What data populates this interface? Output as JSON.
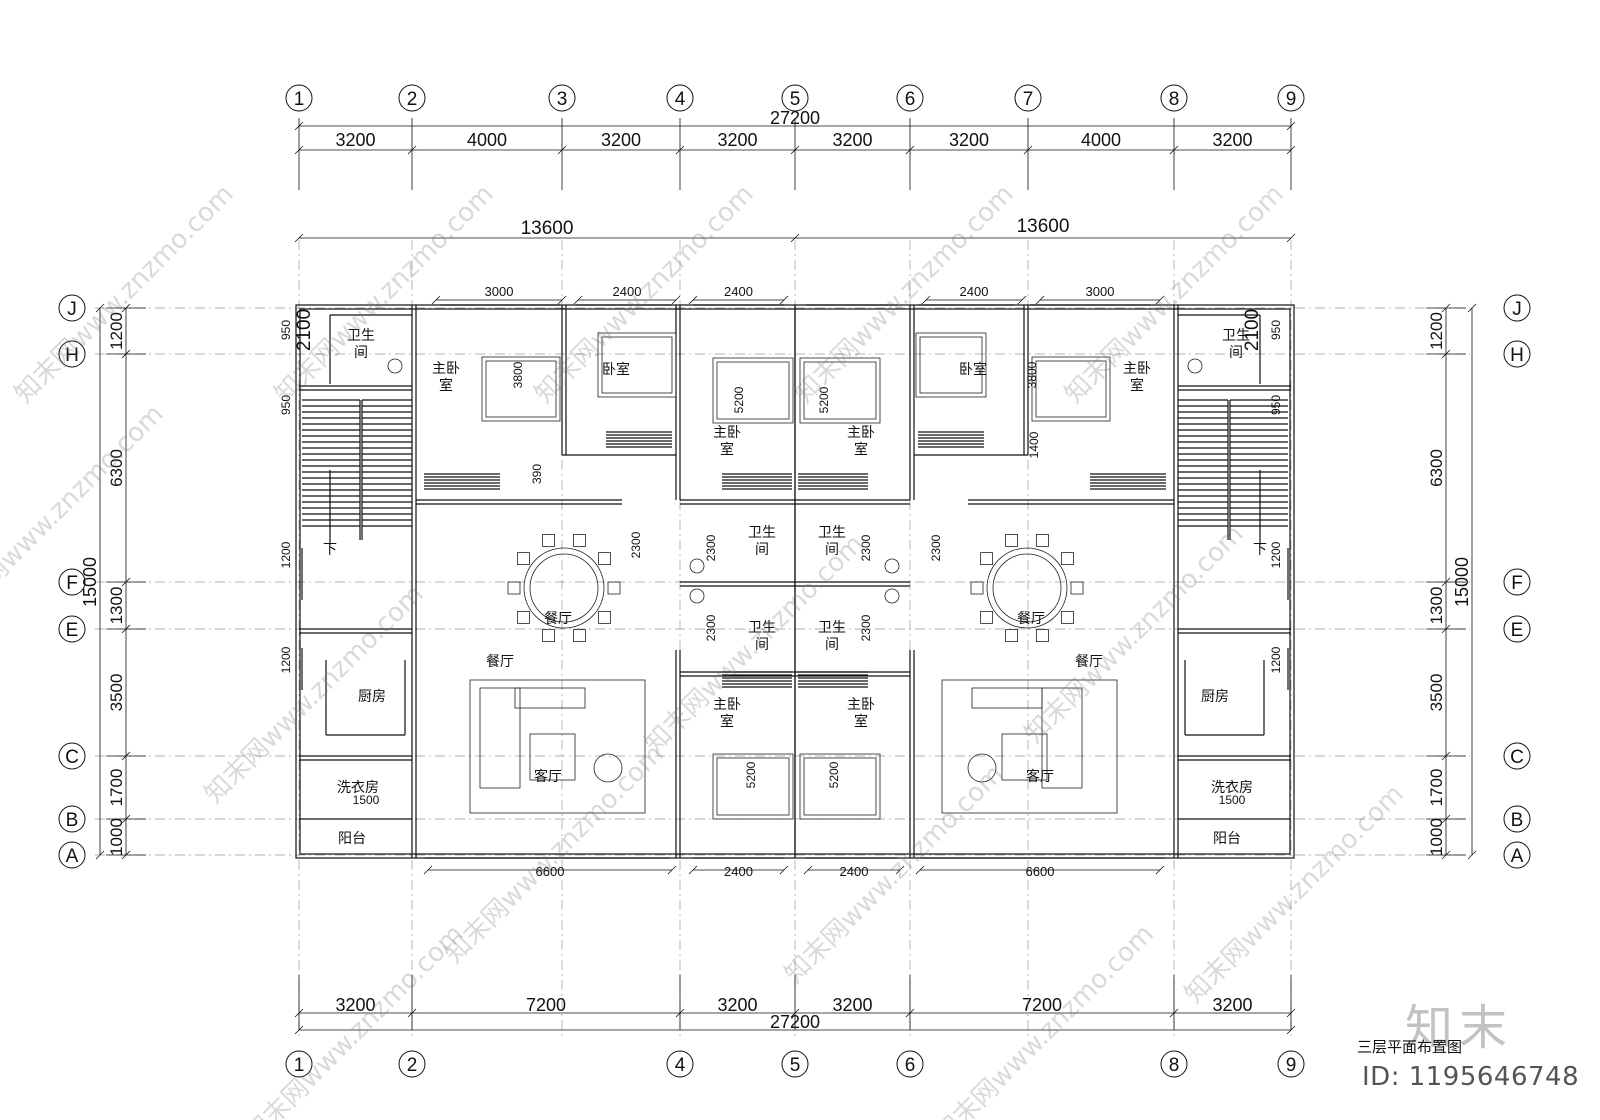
{
  "drawing": {
    "caption": "三层平面布置图",
    "image_id": "ID: 1195646748",
    "watermark_logo": "知末",
    "watermark_text": "知末网www.znzmo.com"
  },
  "axes": {
    "columns": [
      "1",
      "2",
      "3",
      "4",
      "5",
      "6",
      "7",
      "8",
      "9"
    ],
    "bottom_columns": [
      "1",
      "2",
      "4",
      "5",
      "6",
      "8",
      "9"
    ],
    "rows": [
      "J",
      "H",
      "F",
      "E",
      "C",
      "B",
      "A"
    ]
  },
  "dimensions": {
    "top_total": "27200",
    "top_spans": [
      "3200",
      "4000",
      "3200",
      "3200",
      "3200",
      "3200",
      "4000",
      "3200"
    ],
    "unit_widths": [
      "13600",
      "13600"
    ],
    "window_top": [
      "3000",
      "2400",
      "2400",
      "2400",
      "3000"
    ],
    "window_bottom": [
      "6600",
      "2400",
      "2400",
      "6600"
    ],
    "bottom_spans": [
      "3200",
      "7200",
      "3200",
      "3200",
      "7200",
      "3200"
    ],
    "bottom_total": "27200",
    "side_total": "15000",
    "side_spans": [
      "1200",
      "6300",
      "1300",
      "3500",
      "1700",
      "1000"
    ],
    "inner_left": [
      "950",
      "2100",
      "950",
      "1200",
      "1200"
    ],
    "inner_right": [
      "950",
      "2100",
      "950",
      "1200",
      "1200"
    ],
    "misc": [
      "3800",
      "390",
      "1400",
      "2300",
      "5200",
      "1500"
    ]
  },
  "rooms": {
    "master_bedroom": "主卧\n室",
    "bedroom": "卧室",
    "bathroom": "卫生\n间",
    "dining": "餐厅",
    "living": "客厅",
    "kitchen": "厨房",
    "laundry": "洗衣房",
    "balcony": "阳台",
    "down": "下"
  }
}
